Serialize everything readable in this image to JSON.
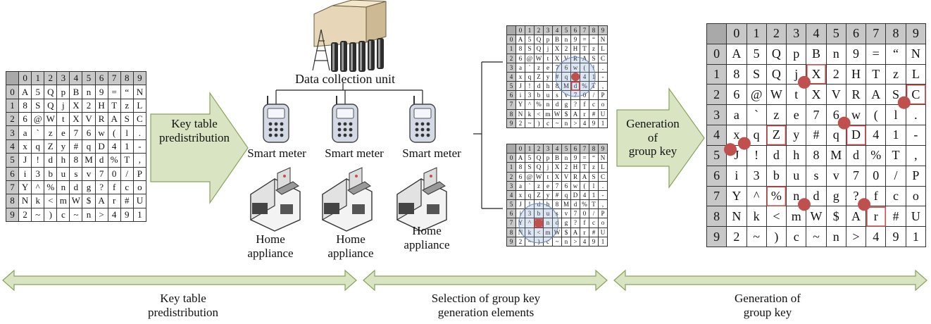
{
  "key_table": {
    "header": [
      "0",
      "1",
      "2",
      "3",
      "4",
      "5",
      "6",
      "7",
      "8",
      "9"
    ],
    "rows": [
      [
        "A",
        "5",
        "Q",
        "p",
        "B",
        "n",
        "9",
        "=",
        "“",
        "N"
      ],
      [
        "8",
        "S",
        "Q",
        "j",
        "X",
        "2",
        "H",
        "T",
        "z",
        "L"
      ],
      [
        "6",
        "@",
        "W",
        "t",
        "X",
        "V",
        "R",
        "A",
        "S",
        "C"
      ],
      [
        "a",
        "`",
        "z",
        "e",
        "7",
        "6",
        "w",
        "(",
        "l",
        "."
      ],
      [
        "x",
        "q",
        "Z",
        "y",
        "#",
        "q",
        "D",
        "4",
        "1",
        "-"
      ],
      [
        "J",
        "!",
        "d",
        "h",
        "8",
        "M",
        "d",
        "%",
        "T",
        ","
      ],
      [
        "i",
        "3",
        "b",
        "u",
        "s",
        "v",
        "7",
        "0",
        "/",
        "P"
      ],
      [
        "Y",
        "^",
        "%",
        "n",
        "d",
        "g",
        "?",
        "f",
        "c",
        "o"
      ],
      [
        "N",
        "k",
        "<",
        "m",
        "W",
        "$",
        "A",
        "r",
        "#",
        "U"
      ],
      [
        "2",
        "~",
        ")",
        "c",
        "~",
        "n",
        ">",
        "4",
        "9",
        "1"
      ]
    ]
  },
  "labels": {
    "data_collection_unit": "Data collection unit",
    "smart_meter": "Smart meter",
    "home_appliance_line1": "Home",
    "home_appliance_line2": "appliance",
    "arrow_left_line1": "Key table",
    "arrow_left_line2": "predistribution",
    "arrow_right_line1": "Generation",
    "arrow_right_line2": "of",
    "arrow_right_line3": "group key"
  },
  "phases": [
    {
      "line1": "Key table",
      "line2": "predistribution"
    },
    {
      "line1": "Selection of group key",
      "line2": "generation elements"
    },
    {
      "line1": "Generation of",
      "line2": "group key"
    }
  ],
  "colors": {
    "header_fill": "#c8c8c8",
    "arrow_fill": "#d9e4c3",
    "arrow_stroke": "#8aa35a",
    "marker": "#c0504d",
    "box": "#c0504d"
  }
}
